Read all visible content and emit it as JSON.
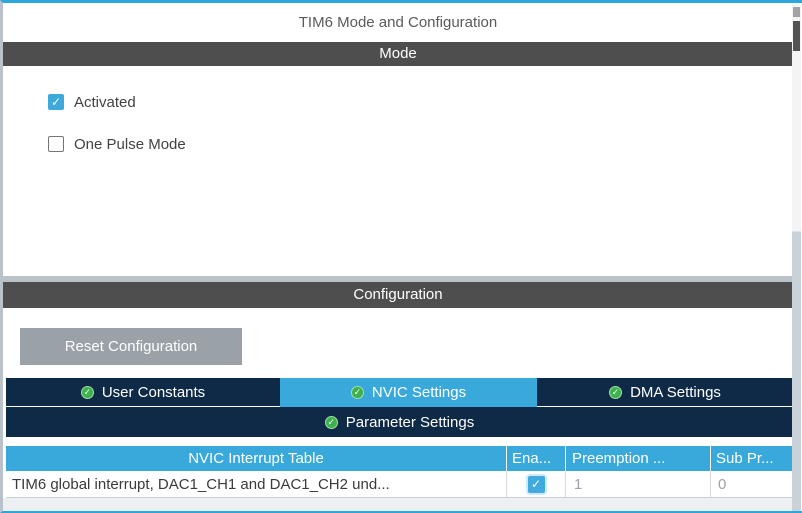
{
  "window": {
    "title": "TIM6 Mode and Configuration"
  },
  "mode_section": {
    "header": "Mode",
    "activated_checkbox": {
      "label": "Activated",
      "checked": true
    },
    "one_pulse_checkbox": {
      "label": "One Pulse Mode",
      "checked": false
    }
  },
  "config_section": {
    "header": "Configuration",
    "reset_button_label": "Reset Configuration",
    "tabs": [
      {
        "label": "User Constants",
        "selected": false,
        "icon": "green-check-icon"
      },
      {
        "label": "NVIC Settings",
        "selected": true,
        "icon": "green-check-icon"
      },
      {
        "label": "DMA Settings",
        "selected": false,
        "icon": "green-check-icon"
      },
      {
        "label": "Parameter Settings",
        "selected": false,
        "icon": "green-check-icon"
      }
    ],
    "nvic_table": {
      "columns": [
        "NVIC Interrupt Table",
        "Ena...",
        "Preemption ...",
        "Sub Pr..."
      ],
      "row": {
        "interrupt_name": "TIM6 global interrupt, DAC1_CH1 and DAC1_CH2 und...",
        "enabled": true,
        "preemption_priority": "1",
        "sub_priority": "0"
      }
    }
  },
  "colors": {
    "accent_blue": "#39a9dc",
    "navy": "#0e2a47",
    "header_gray": "#4e4e4e",
    "button_gray": "#9aa1a7",
    "green_check": "#3cb14d",
    "top_border": "#2ba7da"
  }
}
